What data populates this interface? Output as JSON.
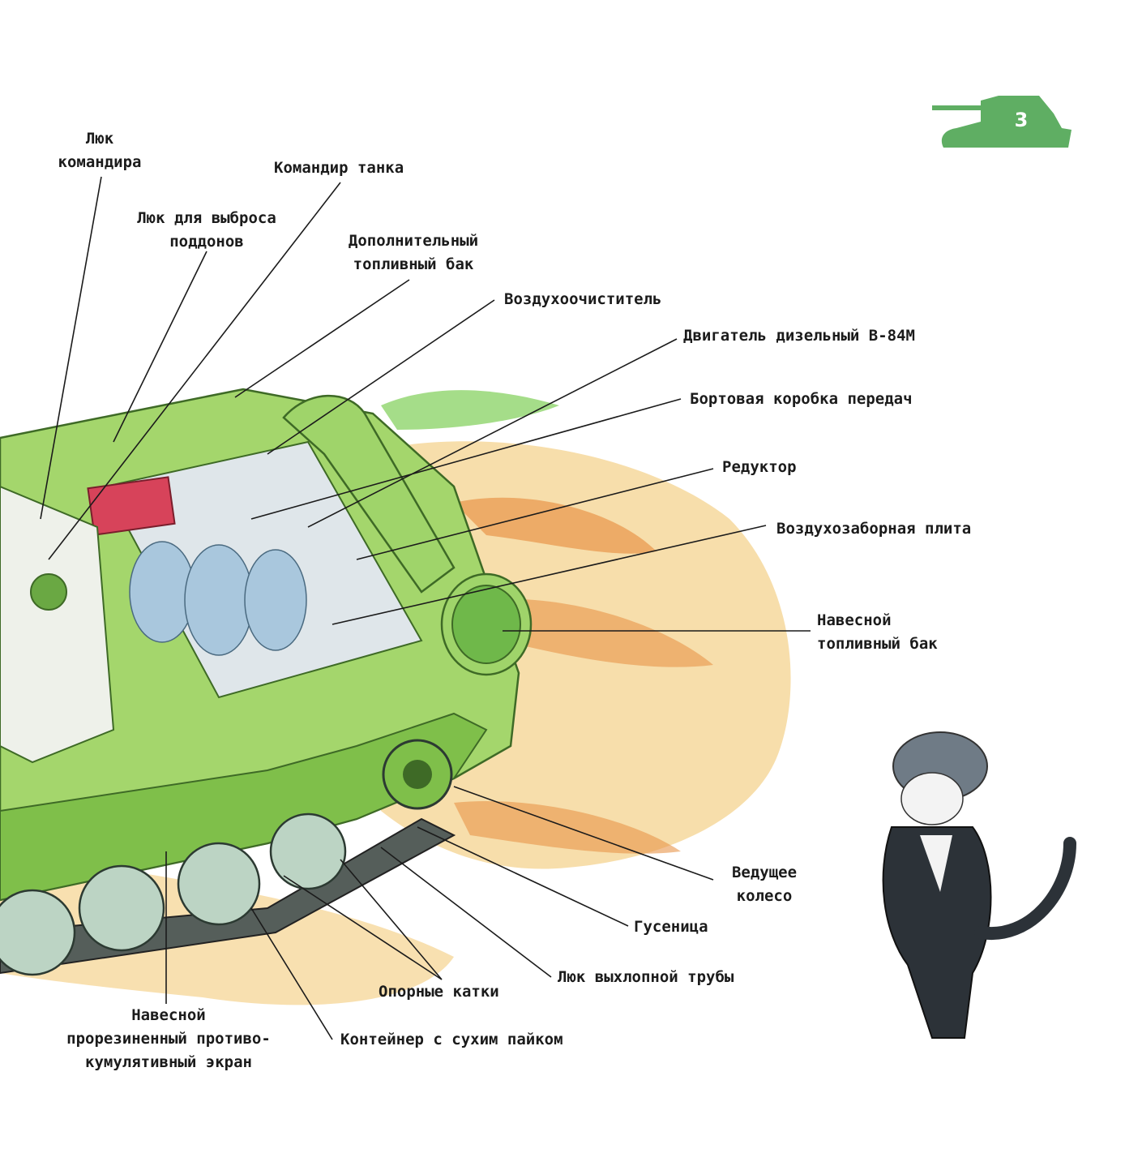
{
  "page_number": "3",
  "colors": {
    "badge_green": "#5fae63",
    "tank_green": "#9fd46a",
    "tank_dark": "#5f9e3a",
    "ground": "#f3c77d",
    "ground_dark": "#e7954a",
    "leader": "#1b1b1b"
  },
  "icons": [
    "tank-badge-icon",
    "cat-in-tank-helmet-illustration"
  ],
  "labels": {
    "commander_hatch": "Люк\nкомандира",
    "tank_commander": "Командир танка",
    "pallet_hatch": "Люк для выброса\nподдонов",
    "extra_fuel_tank": "Дополнительный\nтопливный бак",
    "air_cleaner": "Воздухоочиститель",
    "diesel_engine": "Двигатель дизельный В-84М",
    "side_gearbox": "Бортовая коробка передач",
    "reducer": "Редуктор",
    "air_intake_plate": "Воздухозаборная плита",
    "mounted_fuel_tank": "Навесной\nтопливный бак",
    "drive_wheel": "Ведущее\nколесо",
    "track": "Гусеница",
    "exhaust_hatch": "Люк выхлопной трубы",
    "road_wheels": "Опорные катки",
    "ration_container": "Контейнер с сухим пайком",
    "rubber_screen": "Навесной\nпрорезиненный противо-\nкумулятивный экран"
  }
}
